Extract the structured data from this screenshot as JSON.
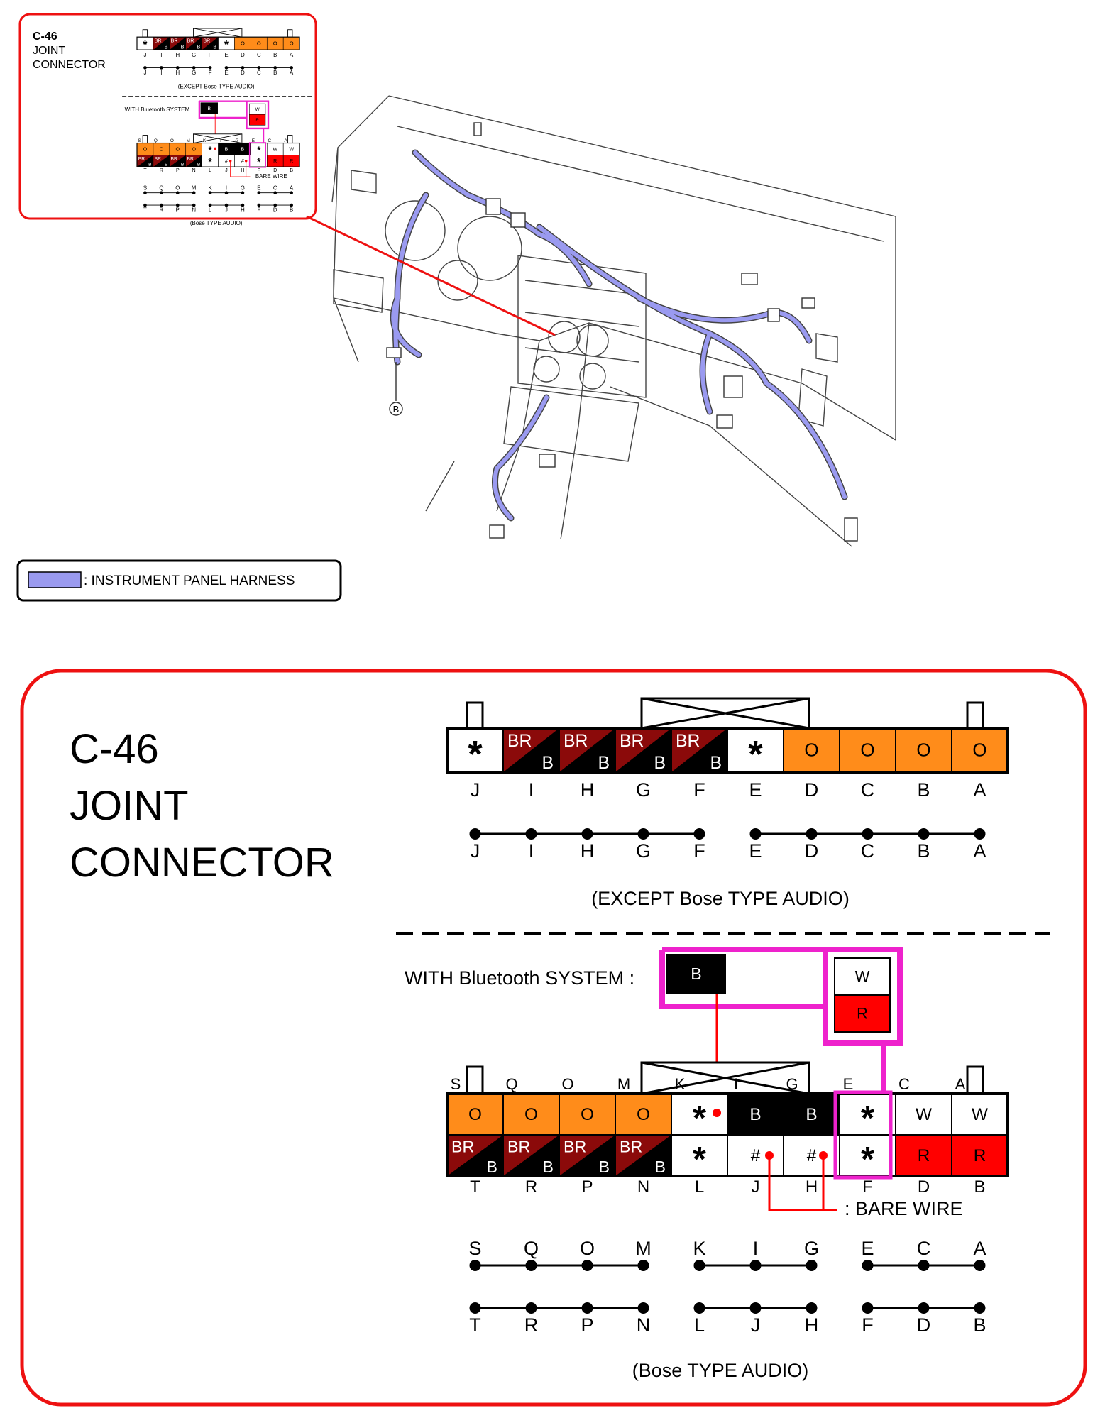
{
  "connector": {
    "name": "C-46",
    "line2": "JOINT",
    "line3": "CONNECTOR",
    "name_line": "C-46\nJOINT\nCONNECTOR"
  },
  "legend": {
    "label": ": INSTRUMENT PANEL HARNESS",
    "harness_color": "#9a9af0"
  },
  "callout_marker": "B",
  "colors": {
    "orange": "#ff8c1a",
    "brown": "#8b0a0a",
    "black": "#000000",
    "red": "#ff0000",
    "magenta": "#ee22cc",
    "frame_red": "#ee1111"
  },
  "except_bose": {
    "caption": "(EXCEPT Bose TYPE AUDIO)",
    "pins": [
      {
        "id": "J",
        "kind": "star",
        "text": "*"
      },
      {
        "id": "I",
        "kind": "split",
        "top": "BR",
        "bottom": "B"
      },
      {
        "id": "H",
        "kind": "split",
        "top": "BR",
        "bottom": "B"
      },
      {
        "id": "G",
        "kind": "split",
        "top": "BR",
        "bottom": "B"
      },
      {
        "id": "F",
        "kind": "split",
        "top": "BR",
        "bottom": "B"
      },
      {
        "id": "E",
        "kind": "star",
        "text": "*"
      },
      {
        "id": "D",
        "kind": "orange",
        "text": "O"
      },
      {
        "id": "C",
        "kind": "orange",
        "text": "O"
      },
      {
        "id": "B",
        "kind": "orange",
        "text": "O"
      },
      {
        "id": "A",
        "kind": "orange",
        "text": "O"
      }
    ],
    "bus_groups": [
      [
        "J",
        "I",
        "H",
        "G",
        "F"
      ],
      [
        "E",
        "D",
        "C",
        "B",
        "A"
      ]
    ]
  },
  "bose": {
    "caption": "(Bose TYPE AUDIO)",
    "bluetooth_label": "WITH Bluetooth SYSTEM :",
    "bluetooth_pins": [
      {
        "kind": "black",
        "text": "B"
      },
      {
        "kind": "white",
        "text": "W"
      },
      {
        "kind": "red",
        "text": "R"
      }
    ],
    "bare_wire_label": ": BARE WIRE",
    "top_letters": [
      "S",
      "Q",
      "O",
      "M",
      "K",
      "I",
      "G",
      "E",
      "C",
      "A"
    ],
    "top_row": [
      {
        "kind": "orange",
        "text": "O"
      },
      {
        "kind": "orange",
        "text": "O"
      },
      {
        "kind": "orange",
        "text": "O"
      },
      {
        "kind": "orange",
        "text": "O"
      },
      {
        "kind": "star",
        "text": "*"
      },
      {
        "kind": "black",
        "text": "B"
      },
      {
        "kind": "black",
        "text": "B"
      },
      {
        "kind": "star",
        "text": "*"
      },
      {
        "kind": "white",
        "text": "W"
      },
      {
        "kind": "white",
        "text": "W"
      }
    ],
    "bottom_row": [
      {
        "id": "T",
        "kind": "split",
        "top": "BR",
        "bottom": "B"
      },
      {
        "id": "R",
        "kind": "split",
        "top": "BR",
        "bottom": "B"
      },
      {
        "id": "P",
        "kind": "split",
        "top": "BR",
        "bottom": "B"
      },
      {
        "id": "N",
        "kind": "split",
        "top": "BR",
        "bottom": "B"
      },
      {
        "id": "L",
        "kind": "star",
        "text": "*"
      },
      {
        "id": "J",
        "kind": "hash",
        "text": "#"
      },
      {
        "id": "H",
        "kind": "hash",
        "text": "#"
      },
      {
        "id": "F",
        "kind": "star",
        "text": "*"
      },
      {
        "id": "D",
        "kind": "red",
        "text": "R"
      },
      {
        "id": "B",
        "kind": "red",
        "text": "R"
      }
    ],
    "bus_top_groups": [
      [
        "S",
        "Q",
        "O",
        "M"
      ],
      [
        "K",
        "I",
        "G"
      ],
      [
        "E",
        "C",
        "A"
      ]
    ],
    "bus_bottom_groups": [
      [
        "T",
        "R",
        "P",
        "N"
      ],
      [
        "L",
        "J",
        "H"
      ],
      [
        "F",
        "D",
        "B"
      ]
    ]
  }
}
